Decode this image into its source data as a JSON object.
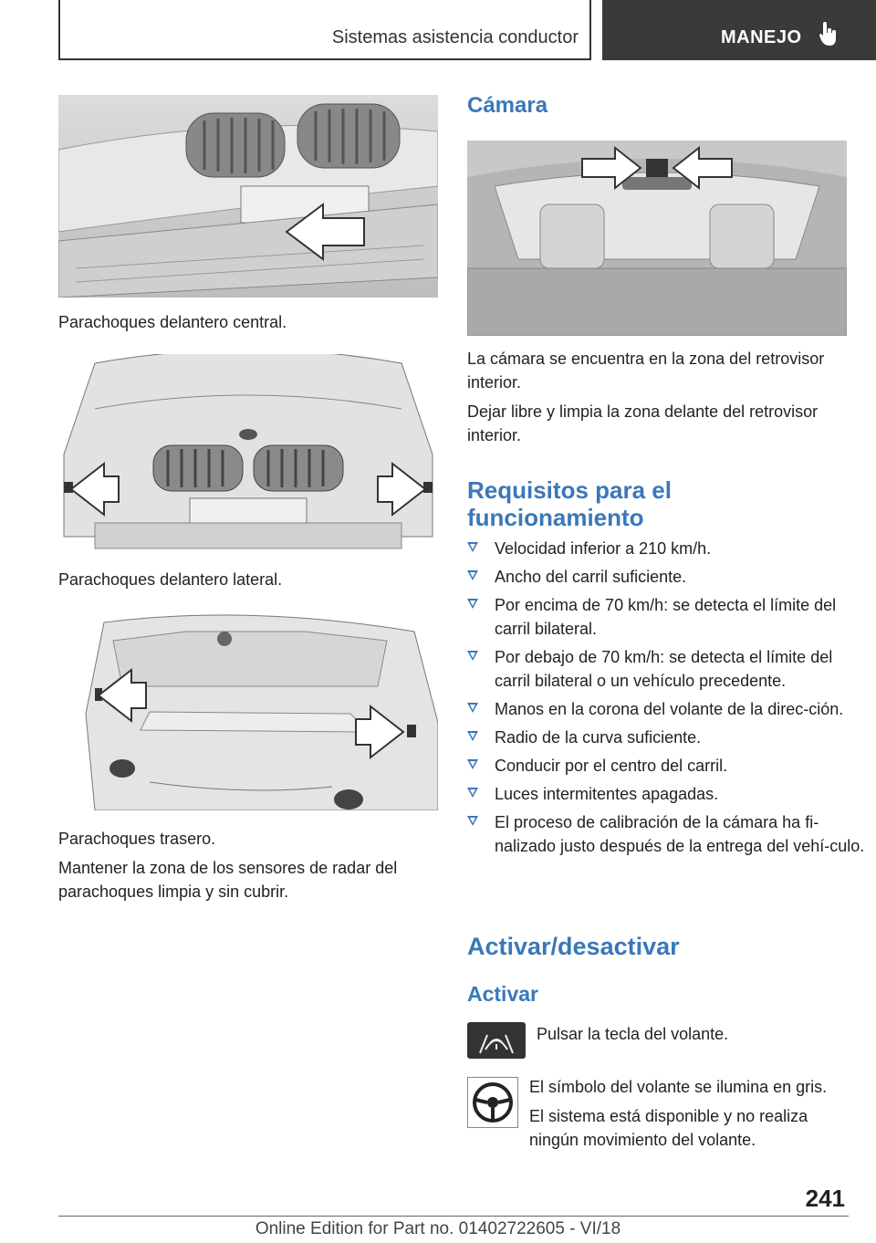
{
  "header": {
    "section": "Sistemas asistencia conductor",
    "chapter": "MANEJO"
  },
  "left": {
    "caption_front_center": "Parachoques delantero central.",
    "caption_front_side": "Parachoques delantero lateral.",
    "caption_rear": "Parachoques trasero.",
    "note": "Mantener la zona de los sensores de radar del parachoques limpia y sin cubrir."
  },
  "right": {
    "camera_title": "Cámara",
    "camera_p1": "La cámara se encuentra en la zona del retrovisor interior.",
    "camera_p2": "Dejar libre y limpia la zona delante del retrovisor interior.",
    "req_title": "Requisitos para el funcionamiento",
    "requirements": [
      "Velocidad inferior a 210 km/h.",
      "Ancho del carril suficiente.",
      "Por encima de 70 km/h: se detecta el límite del carril bilateral.",
      "Por debajo de 70 km/h: se detecta el límite del carril bilateral o un vehículo precedente.",
      "Manos en la corona del volante de la direc‐ción.",
      "Radio de la curva suficiente.",
      "Conducir por el centro del carril.",
      "Luces intermitentes apagadas.",
      "El proceso de calibración de la cámara ha fi‐nalizado justo después de la entrega del vehí‐culo."
    ],
    "act_title": "Activar/desactivar",
    "activar_title": "Activar",
    "activar_text": "Pulsar la tecla del volante.",
    "wheel_text_1": "El símbolo del volante se ilumina en gris.",
    "wheel_text_2": "El sistema está disponible y no realiza ningún movimiento del volante."
  },
  "footer": {
    "page_number": "241",
    "edition": "Online Edition for Part no. 01402722605 - VI/18"
  }
}
